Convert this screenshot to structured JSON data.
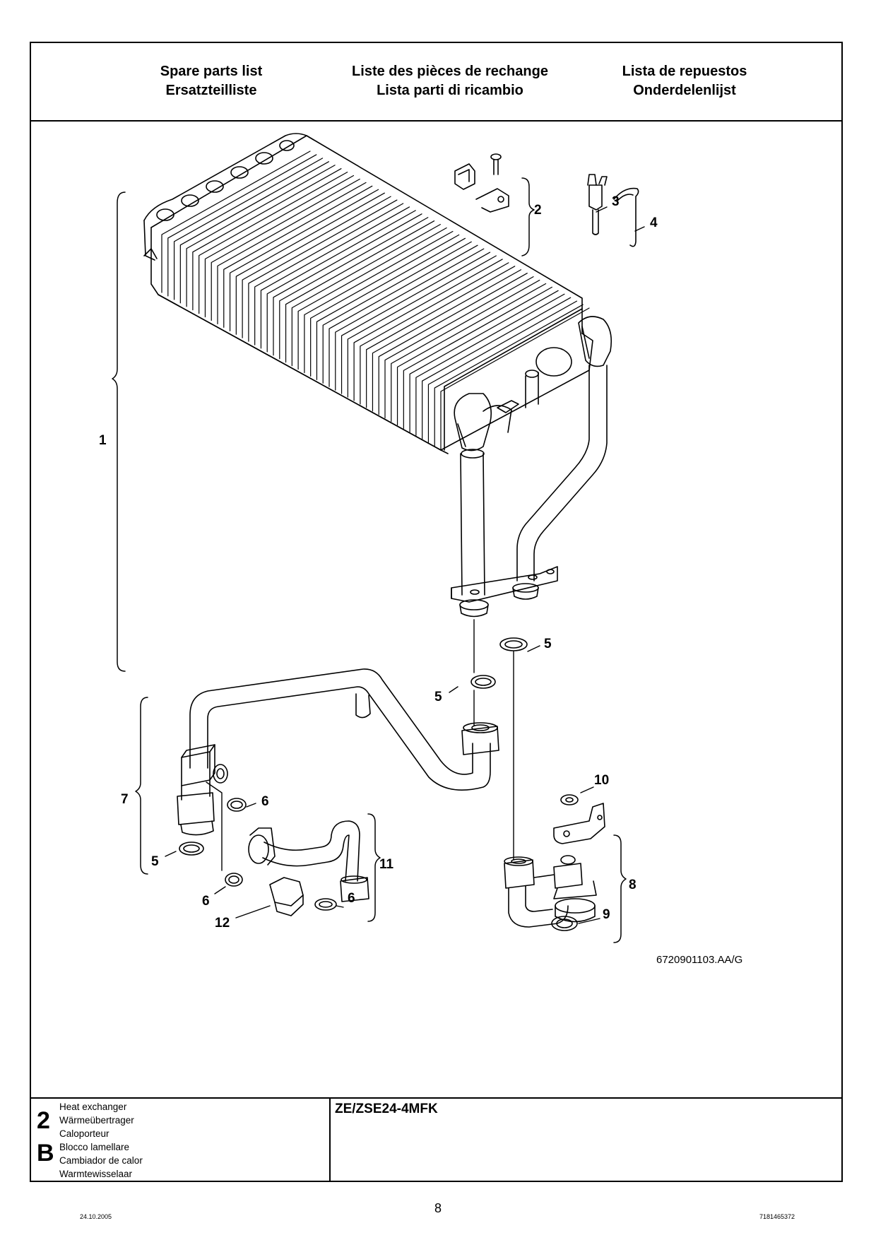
{
  "header": {
    "col1": [
      "Spare parts list",
      "Ersatzteilliste"
    ],
    "col2": [
      "Liste des pièces de rechange",
      "Lista parti di ricambio"
    ],
    "col3": [
      "Lista de repuestos",
      "Onderdelenlijst"
    ]
  },
  "callouts": {
    "c1": "1",
    "c2": "2",
    "c3": "3",
    "c4": "4",
    "c5a": "5",
    "c5b": "5",
    "c5c": "5",
    "c6a": "6",
    "c6b": "6",
    "c6c": "6",
    "c7": "7",
    "c8": "8",
    "c9": "9",
    "c10": "10",
    "c11": "11",
    "c12": "12"
  },
  "drawing_ref": "6720901103.AA/G",
  "footer": {
    "section_number": "2",
    "section_letter": "B",
    "part_names": [
      "Heat exchanger",
      "Wärmeübertrager",
      "Caloporteur",
      "Blocco lamellare",
      "Cambiador de calor",
      "Warmtewisselaar"
    ],
    "model": "ZE/ZSE24-4MFK"
  },
  "page_number": "8",
  "date": "24.10.2005",
  "document_number": "7181465372"
}
